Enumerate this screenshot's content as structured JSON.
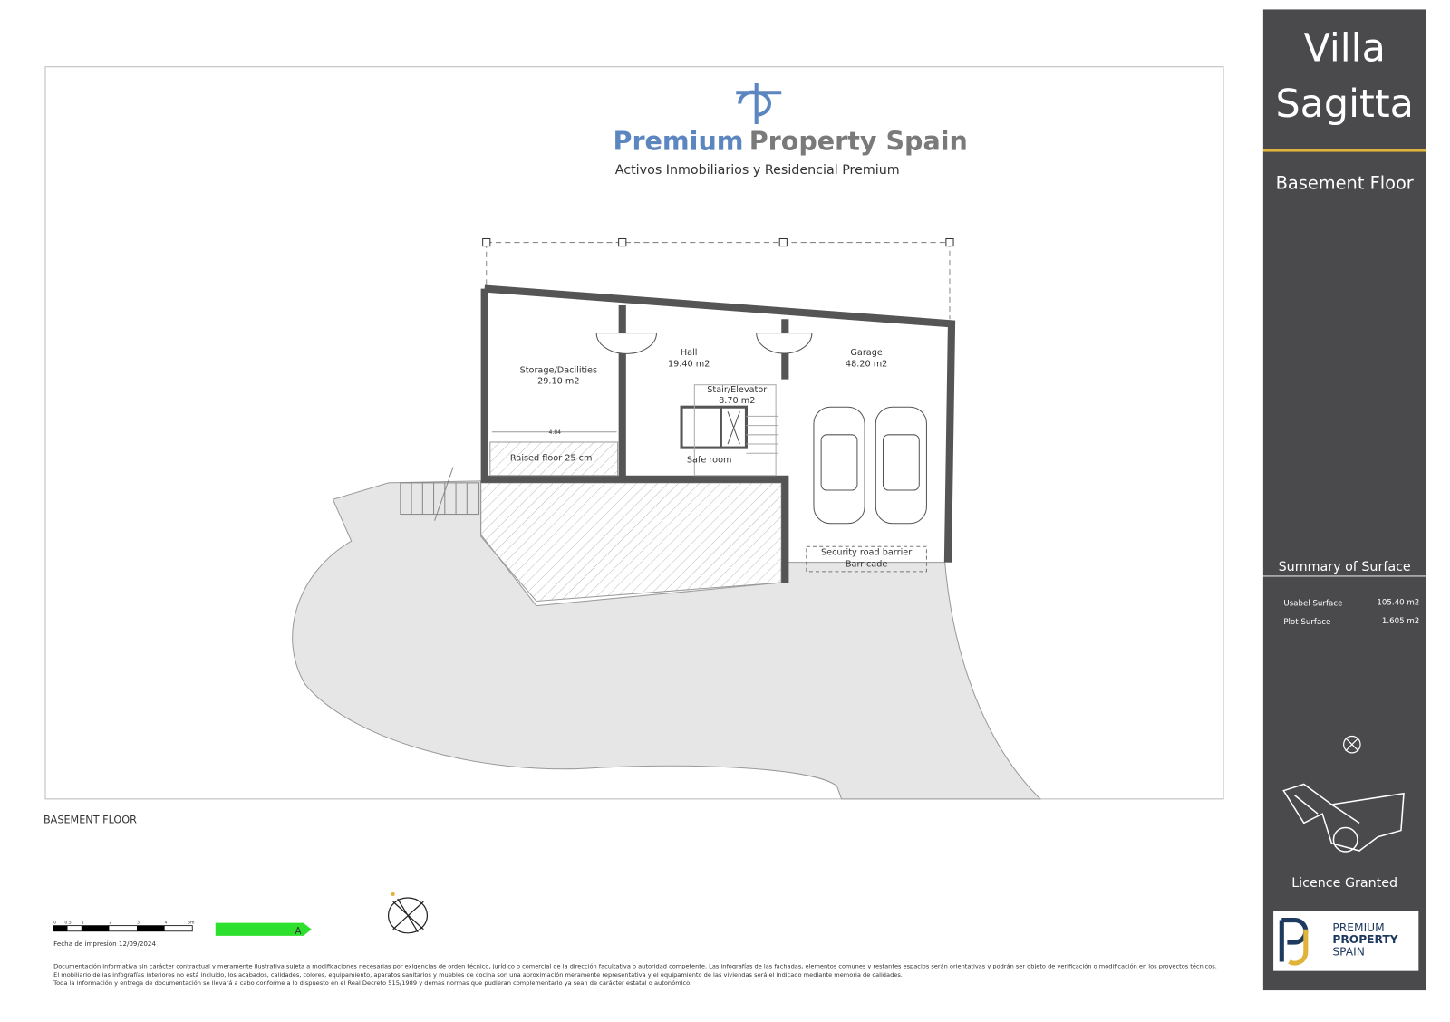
{
  "brand": {
    "name_part1": "Premium",
    "name_part2": "Property Spain",
    "tagline": "Activos Inmobiliarios y Residencial Premium",
    "colors": {
      "blue": "#5b86c0",
      "grey": "#7a7a7a",
      "panel": "#4a4a4d",
      "accent": "#e0b43a"
    }
  },
  "plan": {
    "caption": "BASEMENT FLOOR",
    "rooms": [
      {
        "name": "Storage/Dacilities",
        "area": "29.10 m2"
      },
      {
        "name": "Hall",
        "area": "19.40 m2"
      },
      {
        "name": "Stair/Elevator",
        "area": "8.70 m2"
      },
      {
        "name": "Garage",
        "area": "48.20 m2"
      }
    ],
    "labels": {
      "raised_floor": "Raised floor 25 cm",
      "safe_room": "Safe room",
      "barrier": "Security road barrier",
      "barricade": "Barricade",
      "dimension": "4.84"
    }
  },
  "footer": {
    "scale_ticks": [
      "0",
      "0.5",
      "1",
      "2",
      "3",
      "4",
      "5m"
    ],
    "energy_rating": "A",
    "print_date": "Fecha de impresión 12/09/2024",
    "disclaimer": [
      "Documentación informativa sin carácter contractual y meramente ilustrativa sujeta a modificaciones necesarias por exigencias de orden técnico, jurídico o comercial de la dirección facultativa o autoridad competente. Las infografías de las fachadas, elementos comunes y restantes espacios serán orientativas y podrán ser objeto de verificación o modificación en los proyectos técnicos.",
      "El mobiliario de las infografías interiores no está incluido, los acabados, calidades, colores, equipamiento, aparatos sanitarios y muebles de cocina son una aproximación meramente representativa y el equipamiento de las viviendas será el indicado mediante memoria de calidades.",
      "Toda la información y entrega de documentación se llevará a cabo conforme a lo dispuesto en el Real Decreto 515/1989 y demás normas que pudieran complementarlo ya sean de carácter estatal o autonómico."
    ]
  },
  "panel": {
    "title_line1": "Villa",
    "title_line2": "Sagitta",
    "floor": "Basement Floor",
    "summary_title": "Summary of Surface",
    "rows": [
      {
        "label": "Usabel Surface",
        "value": "105.40 m2"
      },
      {
        "label": "Plot Surface",
        "value": "1.605 m2"
      }
    ],
    "licence": "Licence Granted",
    "logo_text": [
      "PREMIUM",
      "PROPERTY",
      "SPAIN"
    ]
  }
}
